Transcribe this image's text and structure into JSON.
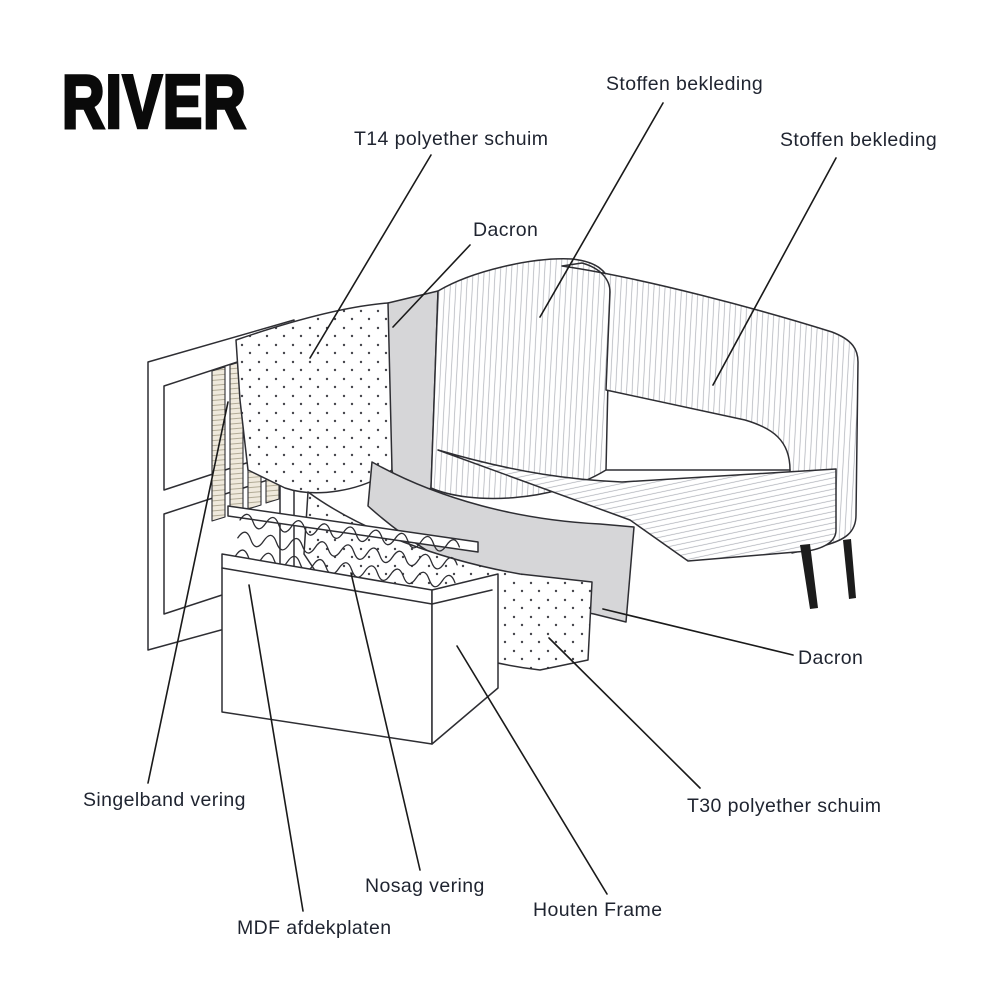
{
  "brand": {
    "name": "RIVER"
  },
  "diagram": {
    "subject": "sofa cutaway construction diagram"
  },
  "labels": [
    {
      "id": "stoffen-bekleding-back",
      "text": "Stoffen bekleding"
    },
    {
      "id": "stoffen-bekleding-arm",
      "text": "Stoffen bekleding"
    },
    {
      "id": "t14-polyether-schuim",
      "text": "T14 polyether schuim"
    },
    {
      "id": "dacron-back",
      "text": "Dacron"
    },
    {
      "id": "dacron-seat",
      "text": "Dacron"
    },
    {
      "id": "t30-polyether-schuim",
      "text": "T30 polyether schuim"
    },
    {
      "id": "singelband-vering",
      "text": "Singelband vering"
    },
    {
      "id": "nosag-vering",
      "text": "Nosag vering"
    },
    {
      "id": "mdf-afdekplaten",
      "text": "MDF afdekplaten"
    },
    {
      "id": "houten-frame",
      "text": "Houten Frame"
    }
  ],
  "colors": {
    "line": "#2e2e33",
    "leader_line": "#1a1a1a",
    "dacron_fill": "#d6d6d8",
    "text": "#1f2430",
    "background": "#ffffff"
  }
}
